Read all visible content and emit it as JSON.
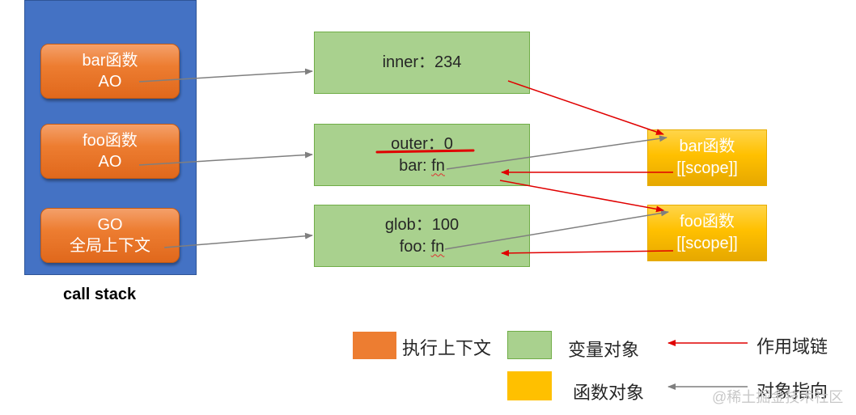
{
  "call_stack": {
    "caption": "call stack",
    "frames": [
      {
        "line1": "bar函数",
        "line2": "AO"
      },
      {
        "line1": "foo函数",
        "line2": "AO"
      },
      {
        "line1": "GO",
        "line2": "全局上下文"
      }
    ]
  },
  "variable_objects": [
    {
      "line1": "inner：234",
      "line2": ""
    },
    {
      "line1": "outer：0",
      "line2_key": "bar: ",
      "line2_val": "fn"
    },
    {
      "line1": "glob：100",
      "line2_key": "foo: ",
      "line2_val": "fn"
    }
  ],
  "function_objects": [
    {
      "line1": "bar函数",
      "line2": "[[scope]]"
    },
    {
      "line1": "foo函数",
      "line2": "[[scope]]"
    }
  ],
  "legend": {
    "exec_context": "执行上下文",
    "variable_object": "变量对象",
    "function_object": "函数对象",
    "scope_chain": "作用域链",
    "object_pointer": "对象指向"
  },
  "watermark": "@稀土掘金技术社区",
  "colors": {
    "stack_bg": "#4472C4",
    "exec_context": "#ED7D31",
    "variable_object": "#A9D18E",
    "function_object": "#FFC000",
    "scope_chain_arrow": "#E00000",
    "pointer_arrow": "#7F7F7F"
  }
}
